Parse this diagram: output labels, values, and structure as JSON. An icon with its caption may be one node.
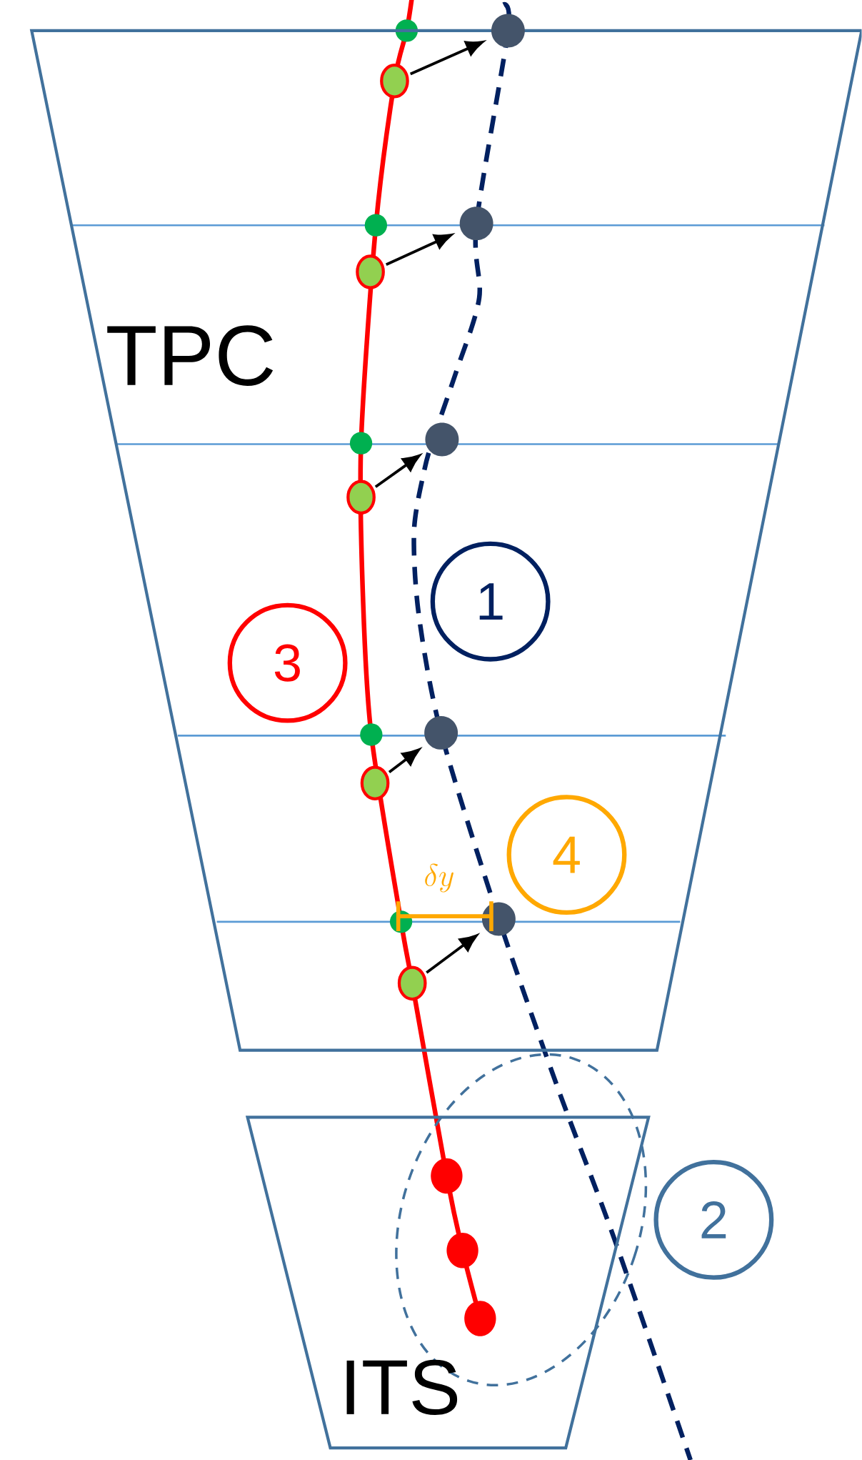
{
  "diagram": {
    "nodes": [
      {
        "text": [
          "TPC"
        ]
      },
      {
        "text": [],
        "shape": "circle",
        "in": 0
      },
      {
        "text": [],
        "shape": "circle",
        "in": 0
      },
      {
        "text": [],
        "shape": "circle",
        "in": 0
      },
      {
        "text": [],
        "shape": "circle",
        "in": 0
      },
      {
        "text": [],
        "shape": "circle",
        "in": 0
      },
      {
        "text": [],
        "shape": "circle",
        "in": 0
      },
      {
        "text": [],
        "shape": "circle",
        "in": 0
      },
      {
        "text": [],
        "shape": "circle",
        "in": 0
      },
      {
        "text": [],
        "shape": "circle",
        "in": 0
      },
      {
        "text": [],
        "shape": "circle",
        "in": 0
      },
      {
        "text": [
          "1"
        ],
        "in": 0
      },
      {
        "text": [
          "3"
        ],
        "in": 0
      },
      {
        "text": [
          "4"
        ],
        "in": 0
      },
      {
        "text": [
          "ITS"
        ]
      },
      {
        "text": [
          "2"
        ]
      }
    ],
    "edges": [
      {
        "from": 1,
        "to": 2,
        "arrow": "to"
      },
      {
        "from": 3,
        "to": 4,
        "arrow": "to"
      },
      {
        "from": 5,
        "to": 6,
        "arrow": "to"
      },
      {
        "from": 7,
        "to": 8,
        "arrow": "to"
      },
      {
        "from": 9,
        "to": 10,
        "arrow": "to"
      }
    ],
    "labels": [
      "\\delta y"
    ]
  }
}
